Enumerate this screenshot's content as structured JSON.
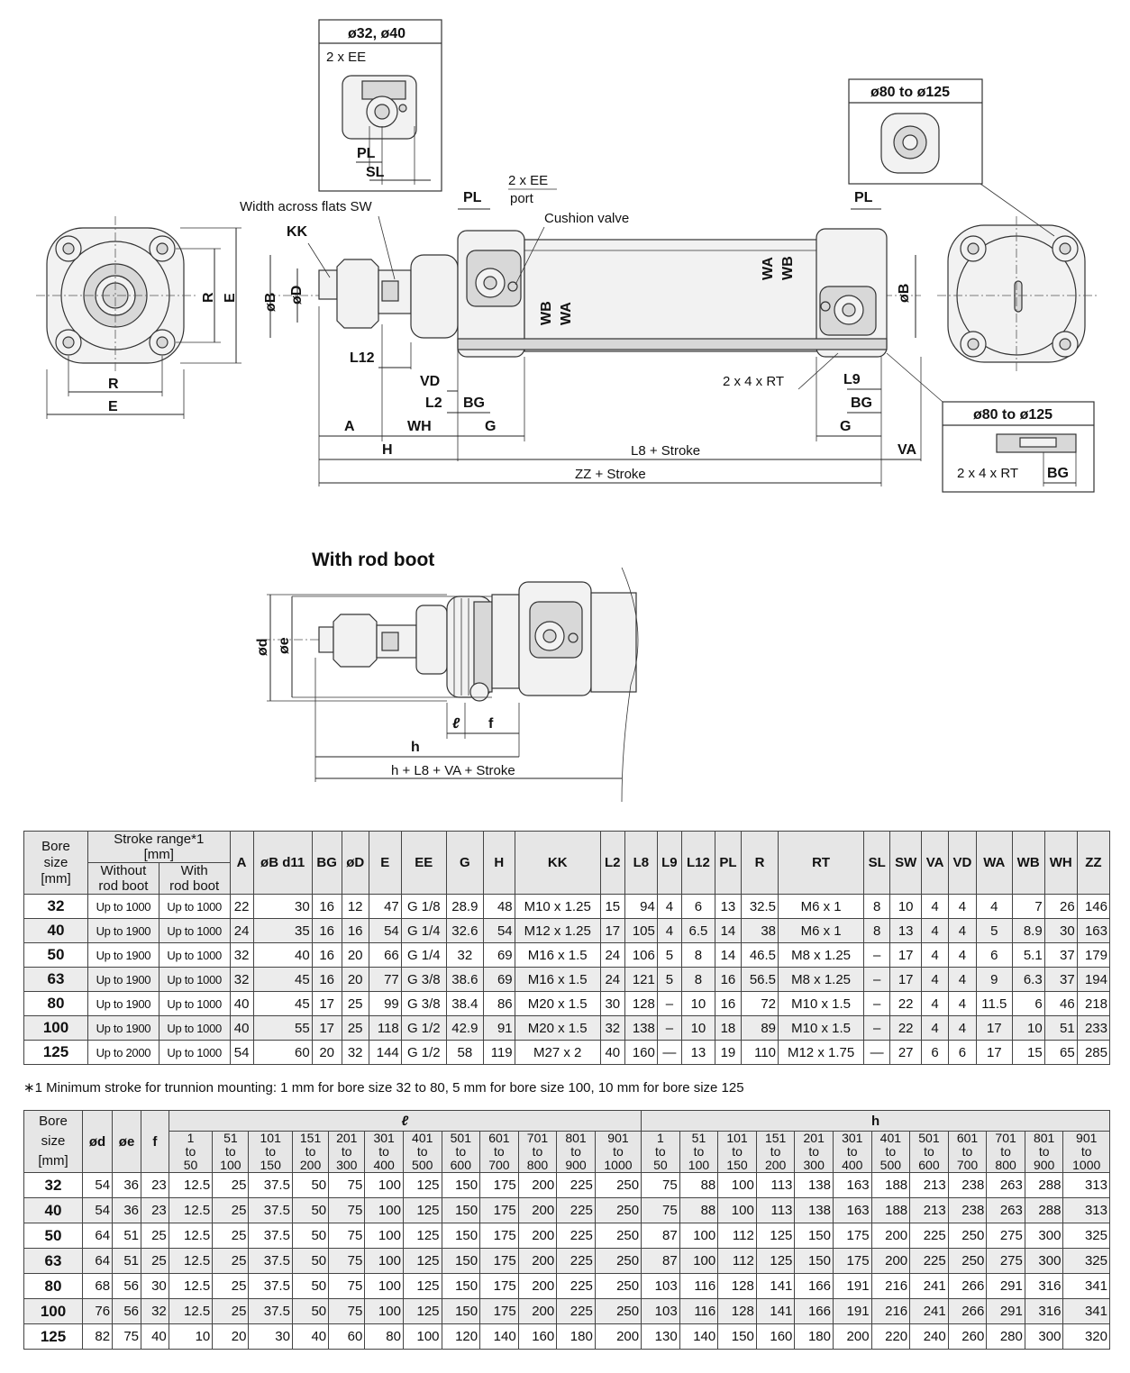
{
  "drawing": {
    "inset_small": "ø32, ø40",
    "inset_big_top": "ø80 to ø125",
    "inset_big_bottom": "ø80 to ø125",
    "ee_label_inset": "2 x EE",
    "pl": "PL",
    "sl": "SL",
    "sw": "Width across flats SW",
    "kk": "KK",
    "port": "2 x EE",
    "port2": "port",
    "cushion": "Cushion valve",
    "b": "øB",
    "d": "øD",
    "wa": "WA",
    "wb": "WB",
    "r": "R",
    "e": "E",
    "l12": "L12",
    "vd": "VD",
    "l2": "L2",
    "bg": "BG",
    "a": "A",
    "wh": "WH",
    "g": "G",
    "h": "H",
    "rt": "2 x 4 x RT",
    "l9": "L9",
    "va": "VA",
    "l8": "L8 + Stroke",
    "zz": "ZZ + Stroke",
    "boot_title": "With rod boot",
    "od": "ød",
    "oe": "øe",
    "ell": "ℓ",
    "f": "f",
    "hh": "h",
    "hsum": "h + L8 + VA + Stroke"
  },
  "table1": {
    "headers": {
      "bore": [
        "Bore",
        "size",
        "[mm]"
      ],
      "stroke": "Stroke range*1",
      "stroke_unit": "[mm]",
      "without": [
        "Without",
        "rod boot"
      ],
      "with": [
        "With",
        "rod boot"
      ],
      "cols": [
        "A",
        "øB d11",
        "BG",
        "øD",
        "E",
        "EE",
        "G",
        "H",
        "KK",
        "L2",
        "L8",
        "L9",
        "L12",
        "PL",
        "R",
        "RT",
        "SL",
        "SW",
        "VA",
        "VD",
        "WA",
        "WB",
        "WH",
        "ZZ"
      ]
    },
    "rows": [
      [
        "32",
        "Up to 1000",
        "Up to 1000",
        "22",
        "30",
        "16",
        "12",
        "47",
        "G 1/8",
        "28.9",
        "48",
        "M10 x 1.25",
        "15",
        "94",
        "4",
        "6",
        "13",
        "32.5",
        "M6 x 1",
        "8",
        "10",
        "4",
        "4",
        "4",
        "7",
        "26",
        "146"
      ],
      [
        "40",
        "Up to 1900",
        "Up to 1000",
        "24",
        "35",
        "16",
        "16",
        "54",
        "G 1/4",
        "32.6",
        "54",
        "M12 x 1.25",
        "17",
        "105",
        "4",
        "6.5",
        "14",
        "38",
        "M6 x 1",
        "8",
        "13",
        "4",
        "4",
        "5",
        "8.9",
        "30",
        "163"
      ],
      [
        "50",
        "Up to 1900",
        "Up to 1000",
        "32",
        "40",
        "16",
        "20",
        "66",
        "G 1/4",
        "32",
        "69",
        "M16 x 1.5",
        "24",
        "106",
        "5",
        "8",
        "14",
        "46.5",
        "M8 x 1.25",
        "–",
        "17",
        "4",
        "4",
        "6",
        "5.1",
        "37",
        "179"
      ],
      [
        "63",
        "Up to 1900",
        "Up to 1000",
        "32",
        "45",
        "16",
        "20",
        "77",
        "G 3/8",
        "38.6",
        "69",
        "M16 x 1.5",
        "24",
        "121",
        "5",
        "8",
        "16",
        "56.5",
        "M8 x 1.25",
        "–",
        "17",
        "4",
        "4",
        "9",
        "6.3",
        "37",
        "194"
      ],
      [
        "80",
        "Up to 1900",
        "Up to 1000",
        "40",
        "45",
        "17",
        "25",
        "99",
        "G 3/8",
        "38.4",
        "86",
        "M20 x 1.5",
        "30",
        "128",
        "–",
        "10",
        "16",
        "72",
        "M10 x 1.5",
        "–",
        "22",
        "4",
        "4",
        "11.5",
        "6",
        "46",
        "218"
      ],
      [
        "100",
        "Up to 1900",
        "Up to 1000",
        "40",
        "55",
        "17",
        "25",
        "118",
        "G 1/2",
        "42.9",
        "91",
        "M20 x 1.5",
        "32",
        "138",
        "–",
        "10",
        "18",
        "89",
        "M10 x 1.5",
        "–",
        "22",
        "4",
        "4",
        "17",
        "10",
        "51",
        "233"
      ],
      [
        "125",
        "Up to 2000",
        "Up to 1000",
        "54",
        "60",
        "20",
        "32",
        "144",
        "G 1/2",
        "58",
        "119",
        "M27 x 2",
        "40",
        "160",
        "—",
        "13",
        "19",
        "110",
        "M12 x 1.75",
        "—",
        "27",
        "6",
        "6",
        "17",
        "15",
        "65",
        "285"
      ]
    ],
    "note": "∗1  Minimum stroke for trunnion mounting: 1 mm for bore size 32 to 80, 5 mm for bore size 100, 10 mm for bore size 125"
  },
  "table2": {
    "headers": {
      "bore": [
        "Bore",
        "size",
        "[mm]"
      ],
      "cols": [
        "ød",
        "øe",
        "f"
      ],
      "ell": "ℓ",
      "h": "h",
      "ranges": [
        [
          "1",
          "to",
          "50"
        ],
        [
          "51",
          "to",
          "100"
        ],
        [
          "101",
          "to",
          "150"
        ],
        [
          "151",
          "to",
          "200"
        ],
        [
          "201",
          "to",
          "300"
        ],
        [
          "301",
          "to",
          "400"
        ],
        [
          "401",
          "to",
          "500"
        ],
        [
          "501",
          "to",
          "600"
        ],
        [
          "601",
          "to",
          "700"
        ],
        [
          "701",
          "to",
          "800"
        ],
        [
          "801",
          "to",
          "900"
        ],
        [
          "901",
          "to",
          "1000"
        ]
      ]
    },
    "rows": [
      [
        "32",
        "54",
        "36",
        "23",
        "12.5",
        "25",
        "37.5",
        "50",
        "75",
        "100",
        "125",
        "150",
        "175",
        "200",
        "225",
        "250",
        "75",
        "88",
        "100",
        "113",
        "138",
        "163",
        "188",
        "213",
        "238",
        "263",
        "288",
        "313"
      ],
      [
        "40",
        "54",
        "36",
        "23",
        "12.5",
        "25",
        "37.5",
        "50",
        "75",
        "100",
        "125",
        "150",
        "175",
        "200",
        "225",
        "250",
        "75",
        "88",
        "100",
        "113",
        "138",
        "163",
        "188",
        "213",
        "238",
        "263",
        "288",
        "313"
      ],
      [
        "50",
        "64",
        "51",
        "25",
        "12.5",
        "25",
        "37.5",
        "50",
        "75",
        "100",
        "125",
        "150",
        "175",
        "200",
        "225",
        "250",
        "87",
        "100",
        "112",
        "125",
        "150",
        "175",
        "200",
        "225",
        "250",
        "275",
        "300",
        "325"
      ],
      [
        "63",
        "64",
        "51",
        "25",
        "12.5",
        "25",
        "37.5",
        "50",
        "75",
        "100",
        "125",
        "150",
        "175",
        "200",
        "225",
        "250",
        "87",
        "100",
        "112",
        "125",
        "150",
        "175",
        "200",
        "225",
        "250",
        "275",
        "300",
        "325"
      ],
      [
        "80",
        "68",
        "56",
        "30",
        "12.5",
        "25",
        "37.5",
        "50",
        "75",
        "100",
        "125",
        "150",
        "175",
        "200",
        "225",
        "250",
        "103",
        "116",
        "128",
        "141",
        "166",
        "191",
        "216",
        "241",
        "266",
        "291",
        "316",
        "341"
      ],
      [
        "100",
        "76",
        "56",
        "32",
        "12.5",
        "25",
        "37.5",
        "50",
        "75",
        "100",
        "125",
        "150",
        "175",
        "200",
        "225",
        "250",
        "103",
        "116",
        "128",
        "141",
        "166",
        "191",
        "216",
        "241",
        "266",
        "291",
        "316",
        "341"
      ],
      [
        "125",
        "82",
        "75",
        "40",
        "10",
        "20",
        "30",
        "40",
        "60",
        "80",
        "100",
        "120",
        "140",
        "160",
        "180",
        "200",
        "130",
        "140",
        "150",
        "160",
        "180",
        "200",
        "220",
        "240",
        "260",
        "280",
        "300",
        "320"
      ]
    ]
  }
}
